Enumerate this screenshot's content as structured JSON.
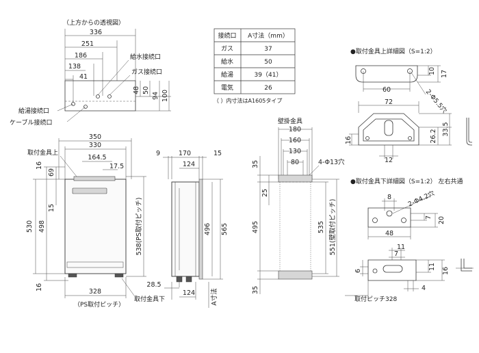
{
  "top_view": {
    "title": "（上方からの透視図）",
    "dims": [
      "336",
      "251",
      "186",
      "138",
      "41",
      "48",
      "50",
      "94",
      "100"
    ],
    "labels": {
      "water_supply": "給水接続口",
      "gas": "ガス接続口",
      "hot_water": "給湯接続口",
      "cable": "ケーブル接続口"
    }
  },
  "table": {
    "headers": [
      "接続口",
      "A寸法（mm）"
    ],
    "rows": [
      [
        "ガス",
        "37"
      ],
      [
        "給水",
        "50"
      ],
      [
        "給湯",
        "39（41）"
      ],
      [
        "電気",
        "26"
      ]
    ],
    "note": "（ ）内寸法はA1605タイプ"
  },
  "front_view": {
    "dims_top": [
      "350",
      "330"
    ],
    "label_bracket_top": "取付金具上",
    "dims_inner": [
      "164.5",
      "17.5"
    ],
    "dims_left": [
      "16",
      "69",
      "15",
      "530",
      "498",
      "16"
    ],
    "dim_right": "538(PS取付ピッチ)",
    "dim_bottom": "328",
    "label_ps_pitch": "（PS取付ピッチ）",
    "label_bracket_bottom": "取付金具下"
  },
  "side_view": {
    "dims_top": [
      "9",
      "170",
      "15",
      "124"
    ],
    "dims_right": [
      "496",
      "565"
    ],
    "dims_bottom": [
      "28.5",
      "124"
    ],
    "label_a": "A寸法"
  },
  "wall_bracket": {
    "title": "壁掛金具",
    "dims_top": [
      "180",
      "160",
      "130",
      "80"
    ],
    "hole": "4-Φ13穴",
    "dims_left": [
      "35",
      "25",
      "495",
      "35"
    ],
    "dims_right": [
      "535",
      "551(壁取付ピッチ)"
    ]
  },
  "upper_detail": {
    "title": "●取付金具上詳細図（S=1:2）",
    "dims": [
      "10",
      "17",
      "60",
      "2-Φ5.5穴",
      "72",
      "16",
      "26.2",
      "33.5",
      "12"
    ]
  },
  "lower_detail": {
    "title": "●取付金具下詳細図（S=1:2） 左右共通",
    "dims": [
      "8",
      "2-Φ4.2穴",
      "7",
      "20",
      "48",
      "11",
      "7",
      "6",
      "11",
      "16",
      "4"
    ],
    "pitch": "取付ピッチ328"
  }
}
